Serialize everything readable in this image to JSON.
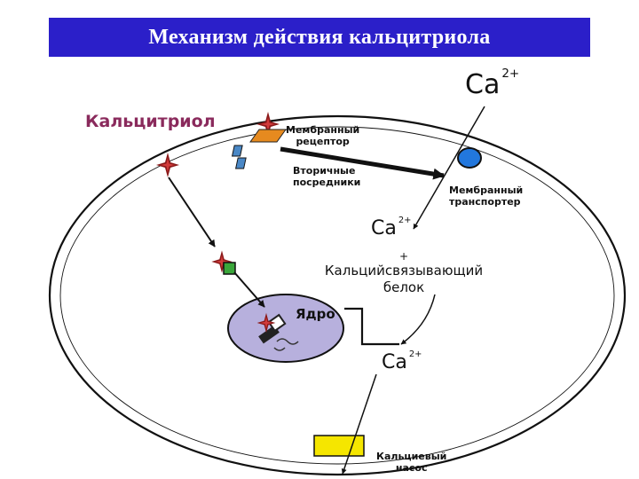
{
  "title": "Механизм действия кальцитриола",
  "labels": {
    "calcitriol": "Кальцитриол",
    "membrane_receptor_line1": "Мембранный",
    "membrane_receptor_line2": "рецептор",
    "second_messengers_line1": "Вторичные",
    "second_messengers_line2": "посредники",
    "membrane_transporter_line1": "Мембранный",
    "membrane_transporter_line2": "транспортер",
    "nucleus": "Ядро",
    "calcium_pump_line1": "Кальциевый",
    "calcium_pump_line2": "насос",
    "ca_outside": "Ca",
    "ca_outside_charge": "2+",
    "ca_inner": "Ca",
    "ca_inner_charge": "2+",
    "plus": "+",
    "binding_protein_line1": "Кальцийсвязывающий",
    "binding_protein_line2": "белок",
    "ca_lower": "Ca",
    "ca_lower_charge": "2+"
  },
  "colors": {
    "title_background": "#2b1fc9",
    "title_text": "#ffffff",
    "calcitriol_text": "#8a2a5c",
    "nucleus_fill": "#b7b0dd",
    "receptor_orange": "#e68a1f",
    "messenger_blue": "#4a88c6",
    "transporter_blue": "#2277dd",
    "pump_yellow": "#f5e600",
    "green_box": "#3aa63a",
    "star_red": "#8b1a1a"
  },
  "icons": [
    "calcitriol-star-icon",
    "membrane-receptor-icon",
    "second-messenger-icon",
    "membrane-transporter-icon",
    "calcium-pump-icon",
    "nucleus-icon",
    "dna-icon",
    "cytoplasmic-receptor-icon"
  ]
}
